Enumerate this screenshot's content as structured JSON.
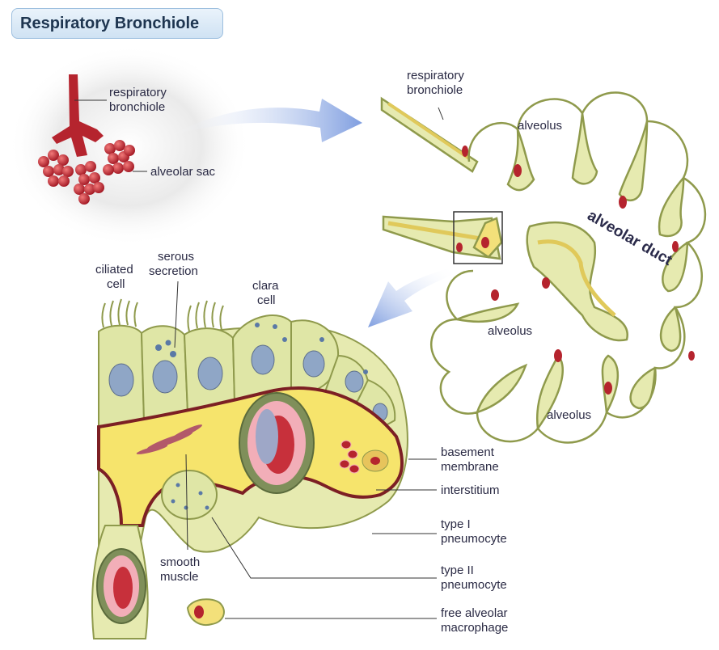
{
  "title": "Respiratory Bronchiole",
  "inset": {
    "respiratory_bronchiole": [
      "respiratory",
      "bronchiole"
    ],
    "alveolar_sac": "alveolar sac"
  },
  "middle": {
    "respiratory_bronchiole": [
      "respiratory",
      "bronchiole"
    ],
    "alveolus_top": "alveolus",
    "alveolar_duct": "alveolar duct",
    "alveolus_mid": "alveolus",
    "alveolus_bottom": "alveolus"
  },
  "detail": {
    "ciliated_cell": [
      "ciliated",
      "cell"
    ],
    "serous_secretion": [
      "serous",
      "secretion"
    ],
    "clara_cell": [
      "clara",
      "cell"
    ],
    "basement_membrane": [
      "basement",
      "membrane"
    ],
    "interstitium": "interstitium",
    "type1": [
      "type I",
      "pneumocyte"
    ],
    "type2": [
      "type II",
      "pneumocyte"
    ],
    "smooth_muscle": [
      "smooth",
      "muscle"
    ],
    "macrophage": [
      "free alveolar",
      "macrophage"
    ]
  },
  "colors": {
    "tissue": "#e6eab0",
    "tissue_edge": "#8f9a4c",
    "interstitium": "#f6e46c",
    "membrane": "#7c1f24",
    "vessel": "#c7303b",
    "nucleus": "#7f97b8",
    "arrow": "#7f9ee0"
  }
}
